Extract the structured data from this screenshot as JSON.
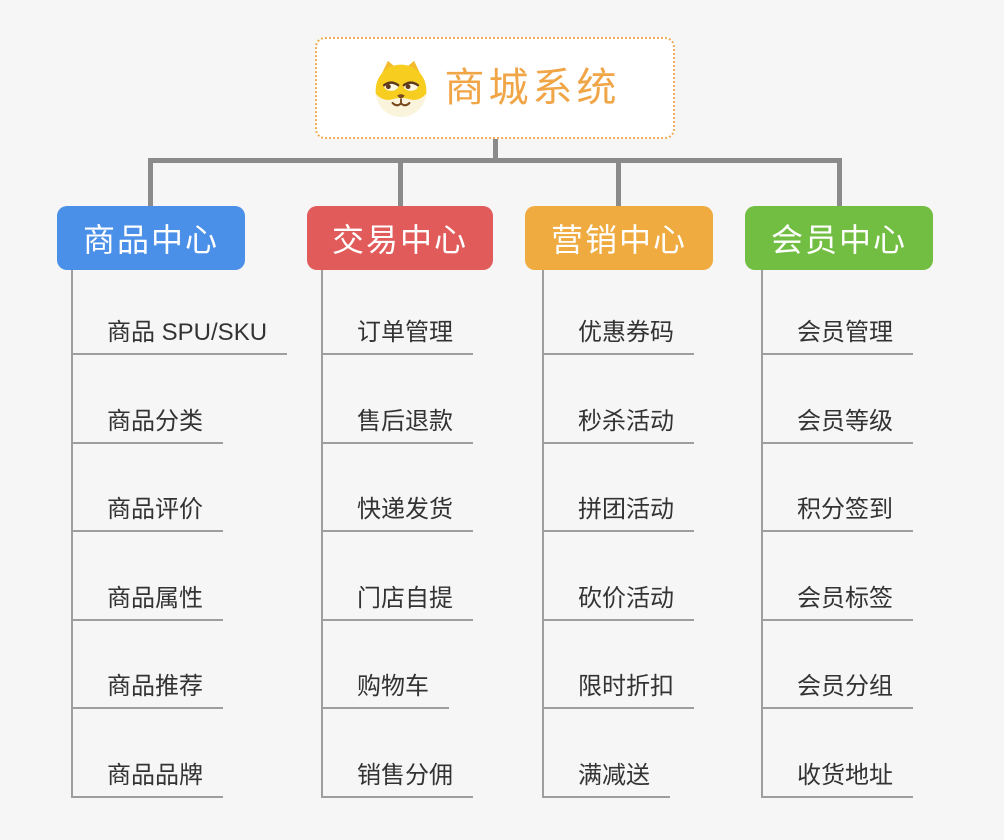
{
  "root": {
    "title": "商城系统",
    "icon": "shiba-dog-icon",
    "title_color": "#F0A546",
    "border_color": "#EDAD52"
  },
  "connector_color": "#8B8B8B",
  "background_color": "#F6F6F6",
  "branches": [
    {
      "label": "商品中心",
      "color": "#4A8FE8",
      "items": [
        "商品 SPU/SKU",
        "商品分类",
        "商品评价",
        "商品属性",
        "商品推荐",
        "商品品牌"
      ]
    },
    {
      "label": "交易中心",
      "color": "#E25B5B",
      "items": [
        "订单管理",
        "售后退款",
        "快递发货",
        "门店自提",
        "购物车",
        "销售分佣"
      ]
    },
    {
      "label": "营销中心",
      "color": "#EFAB3F",
      "items": [
        "优惠券码",
        "秒杀活动",
        "拼团活动",
        "砍价活动",
        "限时折扣",
        "满减送"
      ]
    },
    {
      "label": "会员中心",
      "color": "#72BE42",
      "items": [
        "会员管理",
        "会员等级",
        "积分签到",
        "会员标签",
        "会员分组",
        "收货地址"
      ]
    }
  ]
}
